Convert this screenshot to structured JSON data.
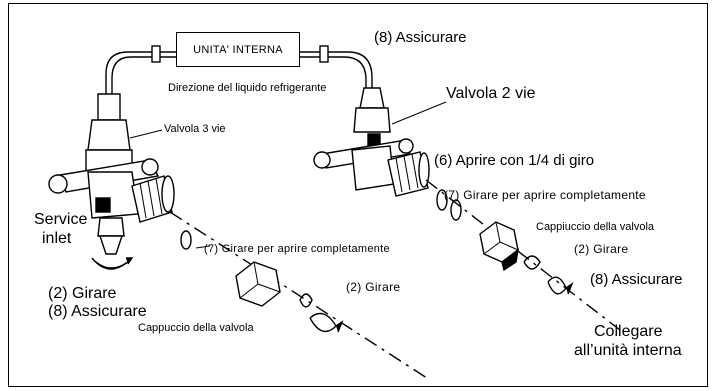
{
  "unit_box": "UNITA' INTERNA",
  "labels": {
    "top_assicurare": "(8) Assicurare",
    "direzione": "Direzione del liquido refrigerante",
    "valvola_2_vie": "Valvola 2 vie",
    "valvola_3_vie": "Valvola 3 vie",
    "aprire_quarto": "(6) Aprire con 1/4 di giro",
    "girare_completo_right": "(7) Girare per aprire completamente",
    "girare_completo_left": "(7) Girare per aprire completamente",
    "service_inlet_1": "Service",
    "service_inlet_2": "inlet",
    "cappiuccio": "Cappiuccio della valvola",
    "girare_right": "(2) Girare",
    "assicurare_right": "(8) Assicurare",
    "collegare_1": "Collegare",
    "collegare_2": "all’unità interna",
    "girare_left": "(2) Girare",
    "assicurare_left": "(8) Assicurare",
    "girare_mid": "(2) Girare",
    "cappuccio_left": "Cappuccio della valvola"
  }
}
